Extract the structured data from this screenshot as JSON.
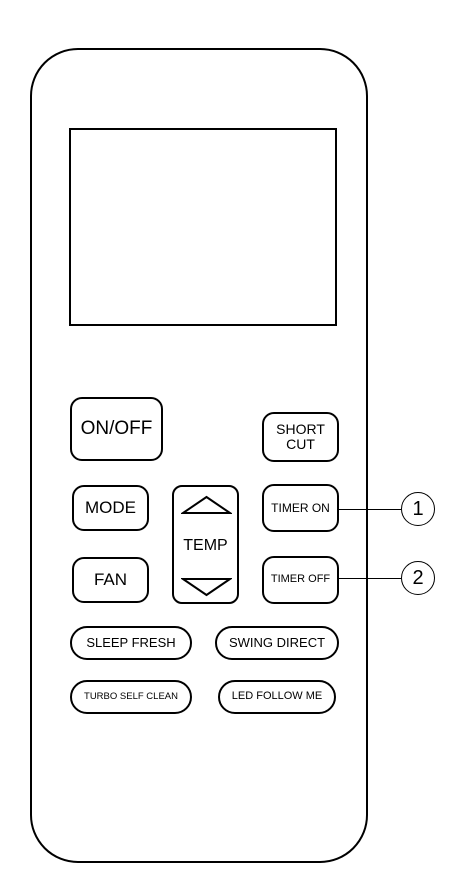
{
  "buttons": {
    "on_off": "ON/OFF",
    "short_cut_line1": "SHORT",
    "short_cut_line2": "CUT",
    "mode": "MODE",
    "temp": "TEMP",
    "timer_on": "TIMER ON",
    "fan": "FAN",
    "timer_off": "TIMER OFF",
    "sleep_fresh": "SLEEP FRESH",
    "swing_direct": "SWING DIRECT",
    "turbo_self_clean": "TURBO SELF CLEAN",
    "led_follow_me": "LED FOLLOW ME"
  },
  "callouts": {
    "first": "1",
    "second": "2"
  },
  "icons": {
    "temp_up": "triangle-up-icon",
    "temp_down": "triangle-down-icon"
  },
  "colors": {
    "stroke": "#000000",
    "background": "#ffffff"
  }
}
